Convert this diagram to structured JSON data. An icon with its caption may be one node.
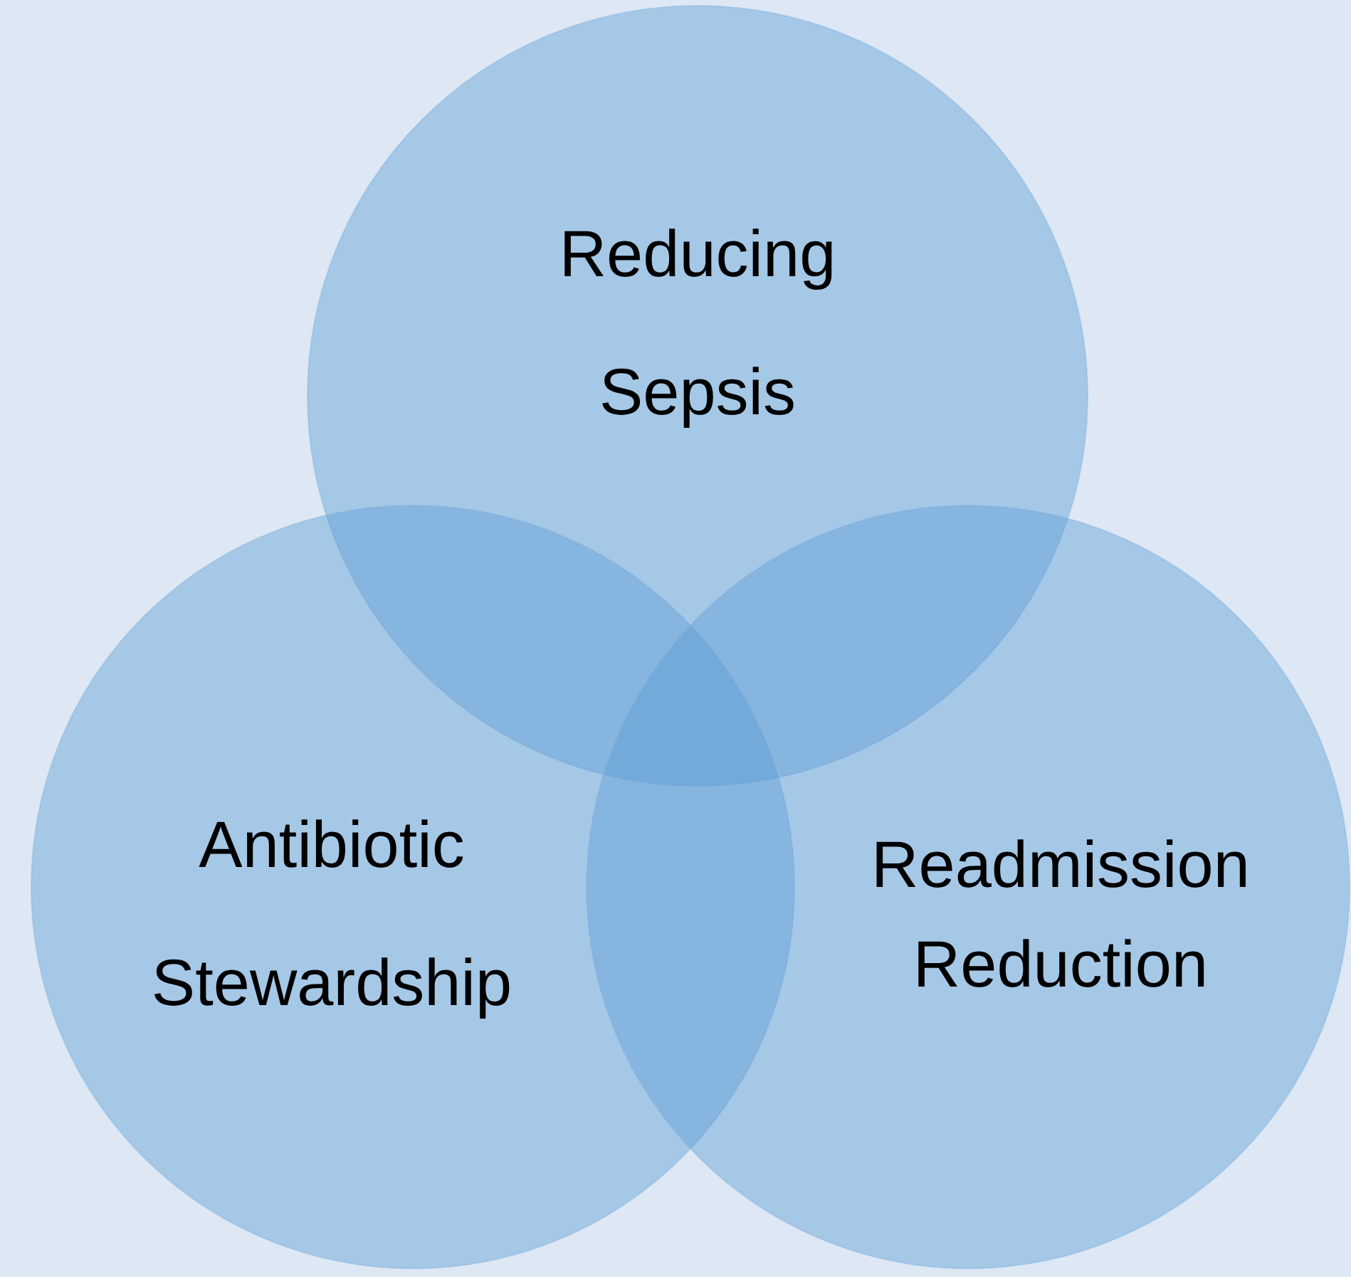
{
  "diagram": {
    "nodes": [
      {
        "text": [
          "Reducing Sepsis"
        ]
      },
      {
        "text": [
          "Antibiotic Stewardship"
        ]
      },
      {
        "text": [
          "Readmission Reduction"
        ]
      }
    ]
  }
}
